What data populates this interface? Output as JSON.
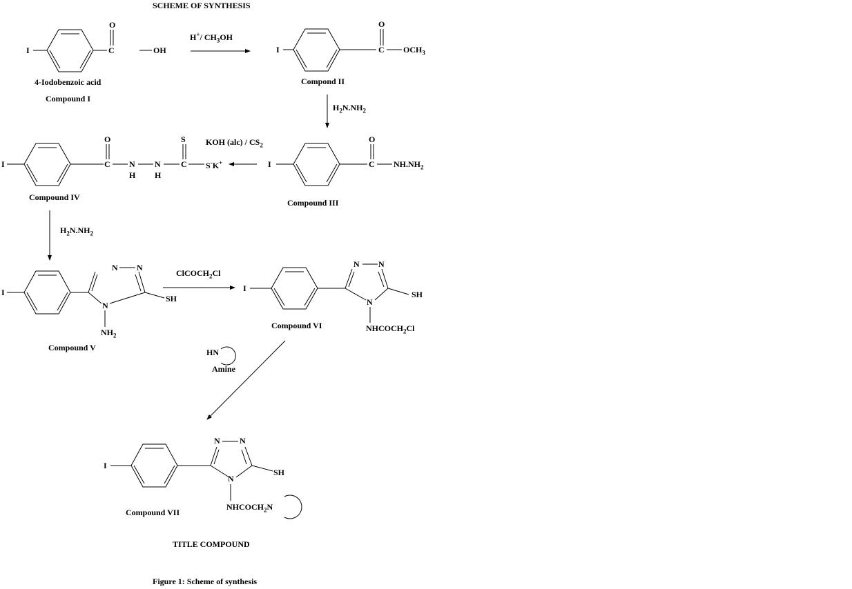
{
  "title": "SCHEME OF SYNTHESIS",
  "caption": "Figure 1: Scheme of synthesis",
  "title_compound_label": "TITLE COMPOUND",
  "compounds": {
    "c1": {
      "name": "4-Iodobenzoic acid",
      "label": "Compound I"
    },
    "c2": {
      "label": "Compond II"
    },
    "c3": {
      "label": "Compound III"
    },
    "c4": {
      "label": "Compound IV"
    },
    "c5": {
      "label": "Compound V"
    },
    "c6": {
      "label": "Compound VI"
    },
    "c7": {
      "label": "Compound VII"
    }
  },
  "reagents": {
    "r1": "H+ / CH3OH",
    "r2": "H2N.NH2",
    "r3": "KOH (alc) / CS2",
    "r4": "H2N.NH2",
    "r5": "ClCOCH2Cl",
    "r6_amine": "Amine"
  },
  "atoms": {
    "I": "I",
    "O": "O",
    "C": "C",
    "OH": "OH",
    "S": "S",
    "N": "N",
    "H": "H",
    "SH": "SH",
    "HN": "HN",
    "SK": "S",
    "K": "K"
  },
  "groups": {
    "och3": "OCH3",
    "nhnh2": "NH.NH2",
    "nh2": "NH2",
    "nhcoch2cl": "NHCOCH2Cl",
    "nhcoch2n": "NHCOCH2N"
  }
}
